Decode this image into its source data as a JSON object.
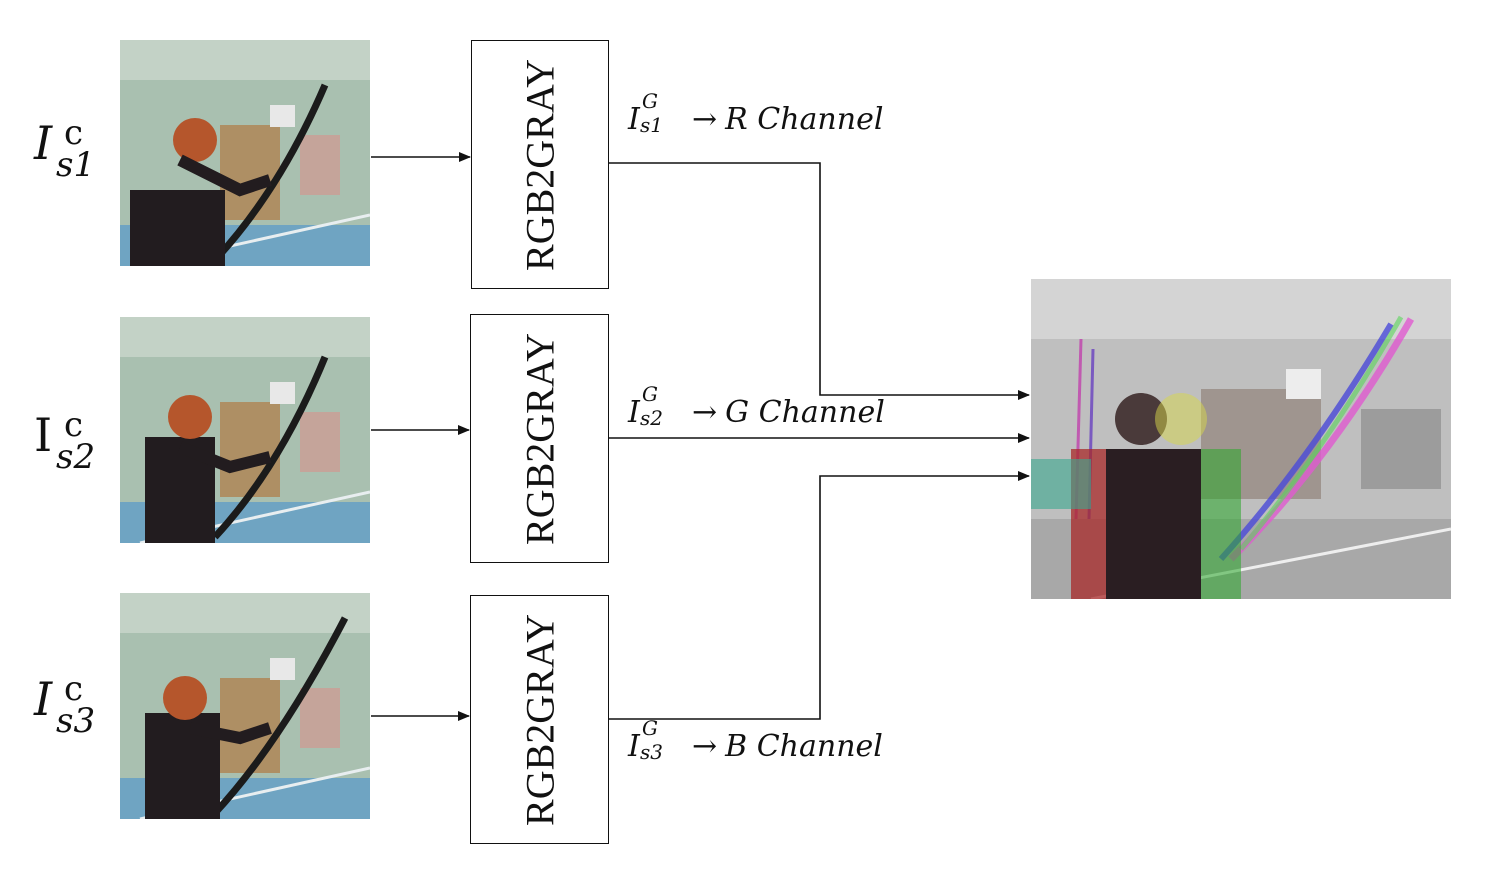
{
  "inputs": [
    {
      "base": "I",
      "sup": "c",
      "sub": "s1",
      "style": "italic"
    },
    {
      "base": "I",
      "sup": "c",
      "sub": "s2",
      "style": "upright"
    },
    {
      "base": "I",
      "sup": "c",
      "sub": "s3",
      "style": "italic"
    }
  ],
  "boxes": [
    "RGB2GRAY",
    "RGB2GRAY",
    "RGB2GRAY"
  ],
  "channels": [
    {
      "base": "I",
      "sup": "G",
      "sub": "s1",
      "arrow": "→",
      "text": "R Channel"
    },
    {
      "base": "I",
      "sup": "G",
      "sub": "s2",
      "arrow": "→",
      "text": "G Channel"
    },
    {
      "base": "I",
      "sup": "G",
      "sub": "s3",
      "arrow": "→",
      "text": "B Channel"
    }
  ],
  "colors": {
    "line": "#111111",
    "wall": "#a9c0b0",
    "floor": "#6fa4c2",
    "hair": "#b5562c"
  }
}
